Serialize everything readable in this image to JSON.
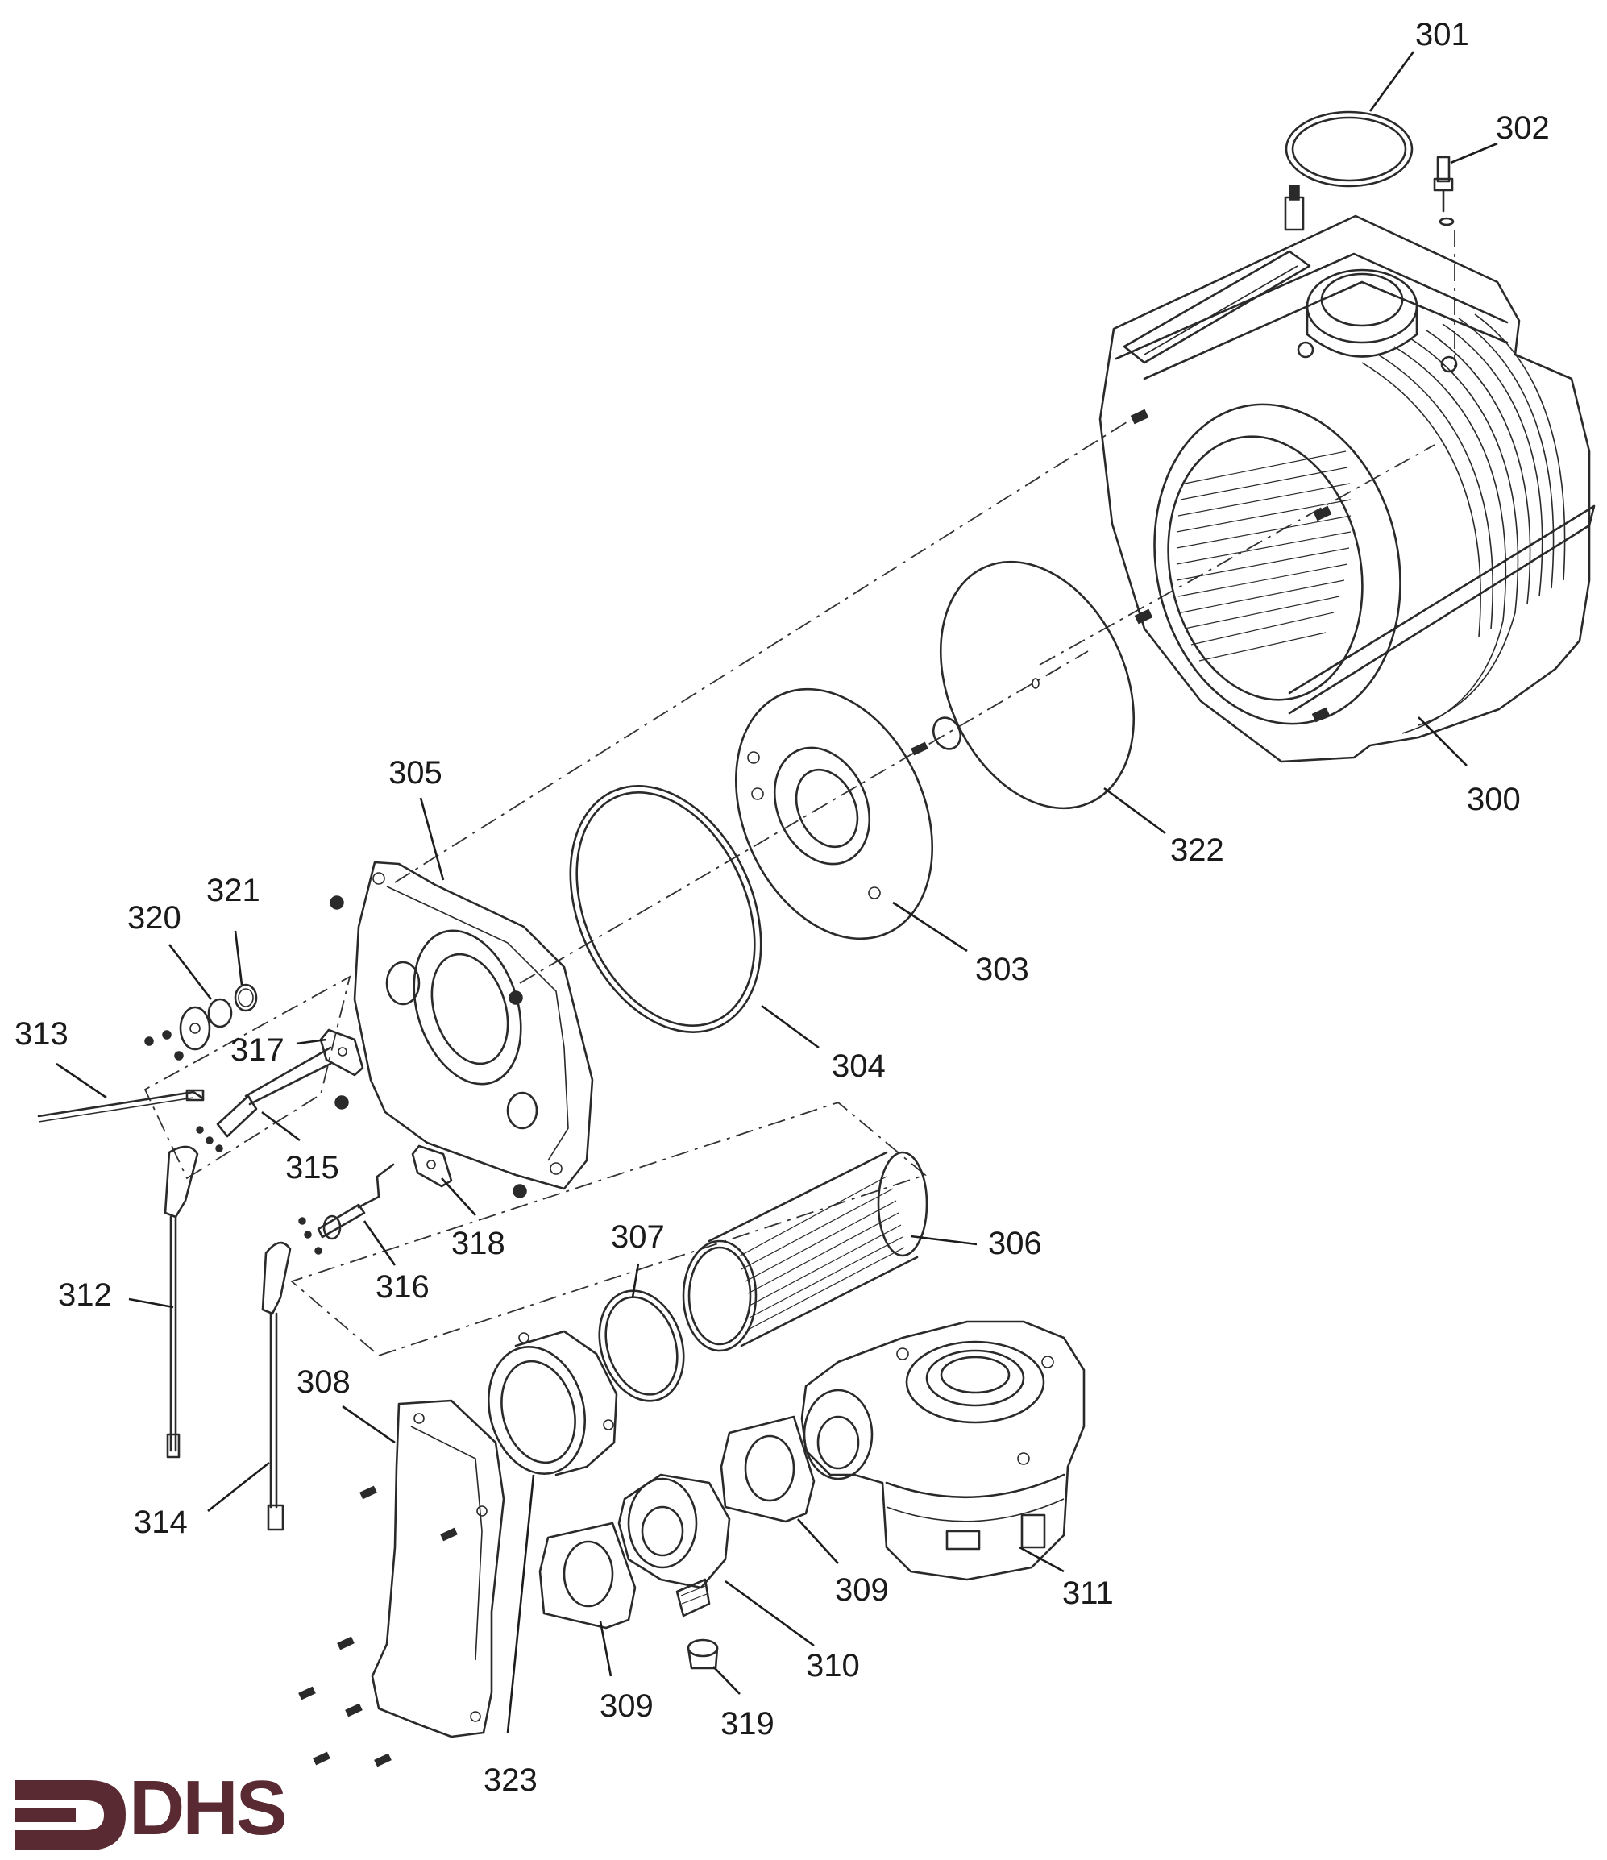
{
  "diagram": {
    "callouts": [
      {
        "id": "c301",
        "label": "301"
      },
      {
        "id": "c302",
        "label": "302"
      },
      {
        "id": "c300",
        "label": "300"
      },
      {
        "id": "c322",
        "label": "322"
      },
      {
        "id": "c305",
        "label": "305"
      },
      {
        "id": "c303",
        "label": "303"
      },
      {
        "id": "c304",
        "label": "304"
      },
      {
        "id": "c320",
        "label": "320"
      },
      {
        "id": "c321",
        "label": "321"
      },
      {
        "id": "c313",
        "label": "313"
      },
      {
        "id": "c317",
        "label": "317"
      },
      {
        "id": "c315",
        "label": "315"
      },
      {
        "id": "c318",
        "label": "318"
      },
      {
        "id": "c316",
        "label": "316"
      },
      {
        "id": "c307",
        "label": "307"
      },
      {
        "id": "c306",
        "label": "306"
      },
      {
        "id": "c312",
        "label": "312"
      },
      {
        "id": "c308",
        "label": "308"
      },
      {
        "id": "c314",
        "label": "314"
      },
      {
        "id": "c309a",
        "label": "309"
      },
      {
        "id": "c311",
        "label": "311"
      },
      {
        "id": "c310",
        "label": "310"
      },
      {
        "id": "c309b",
        "label": "309"
      },
      {
        "id": "c319",
        "label": "319"
      },
      {
        "id": "c323",
        "label": "323"
      }
    ]
  },
  "logo": {
    "text": "DHS",
    "color": "#5a2a33"
  }
}
